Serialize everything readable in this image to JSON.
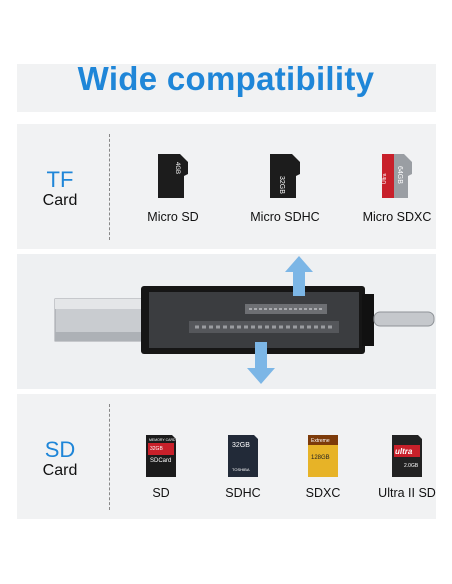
{
  "title": "Wide compatibility",
  "tf": {
    "heading": "TF",
    "subheading": "Card",
    "cards": [
      {
        "label": "Micro SD",
        "card_text": "4GB",
        "color": "#1c1c1c"
      },
      {
        "label": "Micro SDHC",
        "card_text": "32GB",
        "color": "#1c1c1c"
      },
      {
        "label": "Micro SDXC",
        "card_text": "64GB",
        "brand": "Ultra",
        "color": "#c8202a"
      }
    ]
  },
  "sd": {
    "heading": "SD",
    "subheading": "Card",
    "cards": [
      {
        "label": "SD",
        "card_text": "SDCard",
        "capacity": "32GB",
        "brand": "MEMORY CARD",
        "color": "#c8202a"
      },
      {
        "label": "SDHC",
        "card_text": "32GB",
        "brand": "TOSHIBA",
        "color": "#222a38"
      },
      {
        "label": "SDXC",
        "card_text": "128GB",
        "brand": "Extreme",
        "color": "#e7b327"
      },
      {
        "label": "Ultra II SD",
        "card_text": "ultra",
        "capacity": "2.0GB",
        "color": "#222"
      }
    ]
  },
  "colors": {
    "accent": "#1f86d8",
    "arrow": "#7cb6e6",
    "band": "#f1f2f3"
  }
}
